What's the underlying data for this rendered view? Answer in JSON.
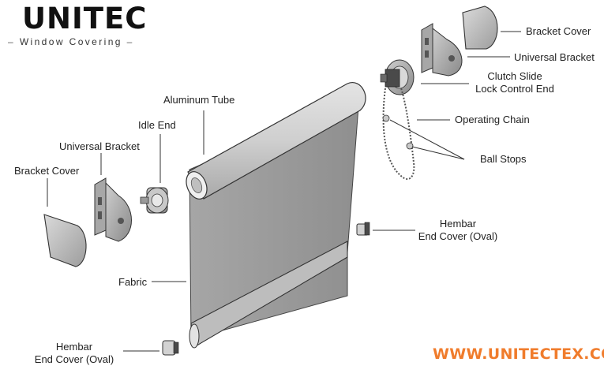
{
  "brand": {
    "logo_text": "UNITEC",
    "tagline": "Window Covering"
  },
  "labels": {
    "bracket_cover_right": "Bracket Cover",
    "universal_bracket_right": "Universal Bracket",
    "clutch_slide_line1": "Clutch Slide",
    "clutch_slide_line2": "Lock Control End",
    "operating_chain": "Operating Chain",
    "ball_stops": "Ball Stops",
    "aluminum_tube": "Aluminum Tube",
    "idle_end": "Idle End",
    "universal_bracket_left": "Universal Bracket",
    "bracket_cover_left": "Bracket Cover",
    "hembar_right_line1": "Hembar",
    "hembar_right_line2": "End Cover (Oval)",
    "fabric": "Fabric",
    "hembar_left_line1": "Hembar",
    "hembar_left_line2": "End Cover (Oval)"
  },
  "website": "WWW.UNITECTEX.COM",
  "colors": {
    "website_orange": "#f07c2c",
    "fabric_gray": "#9a9a9a",
    "part_gray": "#bdbdbd"
  }
}
